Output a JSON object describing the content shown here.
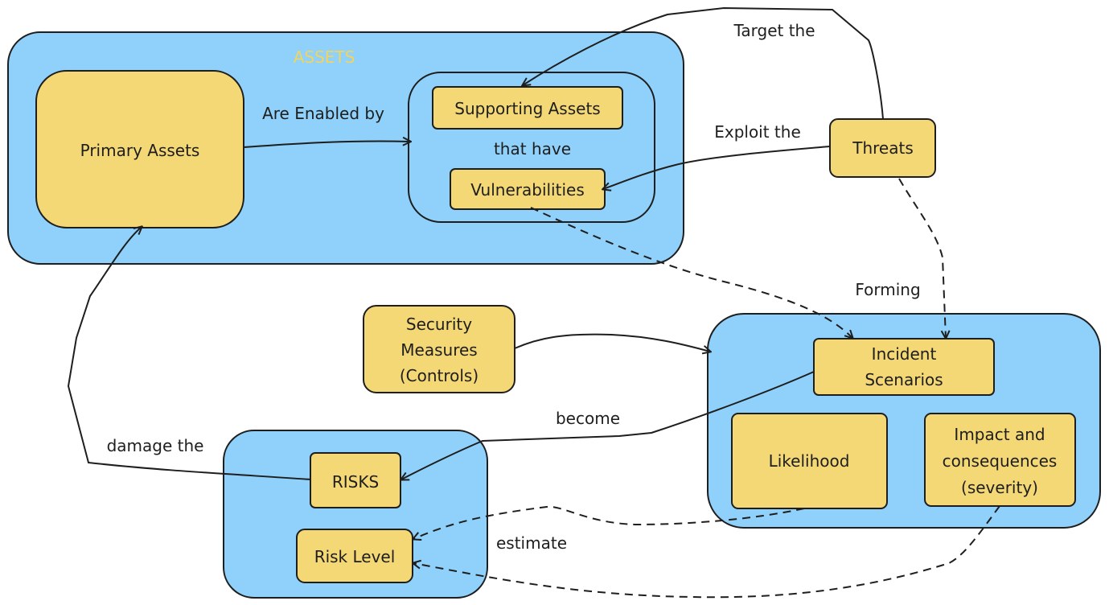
{
  "colors": {
    "container_fill": "#8fd1fa",
    "node_fill": "#f4d875",
    "stroke": "#1e1e1e",
    "title_text": "#f2d35e"
  },
  "groups": {
    "assets": "ASSETS"
  },
  "nodes": {
    "primary_assets": "Primary Assets",
    "supporting_assets": "Supporting Assets",
    "that_have": "that have",
    "vulnerabilities": "Vulnerabilities",
    "threats": "Threats",
    "security_measures": [
      "Security",
      "Measures",
      "(Controls)"
    ],
    "incident_scenarios": [
      "Incident",
      "Scenarios"
    ],
    "likelihood": "Likelihood",
    "impact": [
      "Impact and",
      "consequences",
      "(severity)"
    ],
    "risks": "RISKS",
    "risk_level": "Risk Level"
  },
  "edges": {
    "are_enabled_by": "Are Enabled by",
    "target_the": "Target the",
    "exploit_the": "Exploit the",
    "forming": "Forming",
    "become": "become",
    "damage_the": "damage the",
    "estimate": "estimate"
  }
}
